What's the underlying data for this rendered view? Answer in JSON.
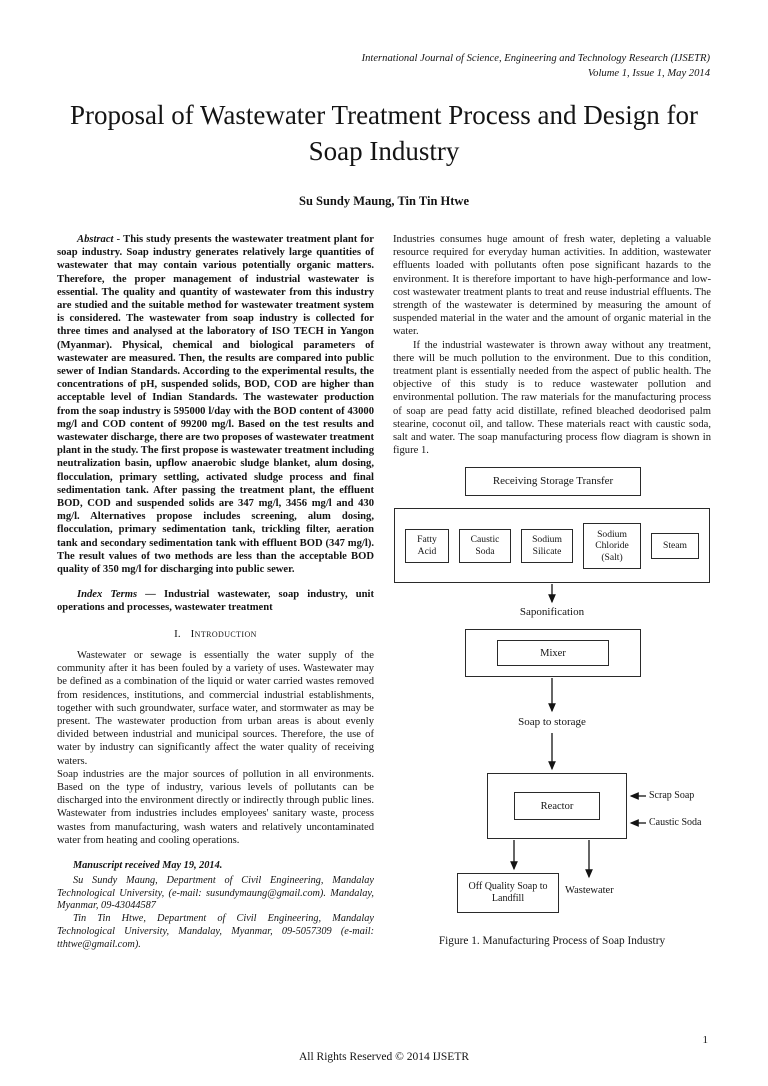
{
  "header": {
    "journal_line1": "International Journal of Science, Engineering and Technology Research (IJSETR)",
    "journal_line2": "Volume 1, Issue 1, May 2014"
  },
  "title": "Proposal of Wastewater Treatment Process and Design for Soap Industry",
  "authors": "Su Sundy Maung, Tin Tin Htwe",
  "abstract": {
    "label": "Abstract -",
    "text": "This study presents the wastewater treatment plant for soap industry. Soap industry generates relatively large quantities of wastewater that may contain various potentially organic matters. Therefore, the proper management of industrial wastewater is essential. The quality and quantity of wastewater from this industry are studied and the suitable method for wastewater treatment system is considered. The wastewater from soap industry is collected for three times and analysed at the laboratory of ISO TECH in Yangon (Myanmar). Physical, chemical and biological parameters of wastewater are measured. Then, the results are compared into public sewer of Indian Standards. According to the experimental results, the concentrations of pH, suspended solids, BOD, COD are higher than acceptable level of Indian Standards. The wastewater production from the soap industry is 595000 l/day with the BOD content of 43000 mg/l and COD content of 99200 mg/l. Based on the test results and wastewater discharge, there are two proposes of wastewater treatment plant in the study. The first propose is wastewater treatment including neutralization basin, upflow anaerobic sludge blanket, alum dosing, flocculation, primary settling, activated sludge process and final sedimentation tank. After passing the treatment plant, the effluent BOD, COD and suspended solids are 347 mg/l, 3456 mg/l and 430 mg/l. Alternatives propose includes screening, alum dosing, flocculation, primary sedimentation tank, trickling filter, aeration tank and secondary sedimentation tank with effluent BOD (347 mg/l). The result values of two methods are less than the acceptable BOD quality of 350 mg/l for discharging into public sewer."
  },
  "index_terms": {
    "label": "Index Terms —",
    "text": "Industrial wastewater, soap industry, unit operations and processes, wastewater treatment"
  },
  "sections": {
    "introduction": {
      "num": "I.",
      "heading": "Introduction",
      "para1": "Wastewater or sewage is essentially the water supply of the community after it has been fouled by a variety of uses. Wastewater may be defined as a combination of the liquid or water carried wastes removed from residences, institutions, and commercial industrial establishments, together with such groundwater, surface water, and stormwater as may be present. The wastewater production from urban areas is about evenly divided between industrial and municipal sources. Therefore, the use of water by industry can significantly affect the water quality of receiving waters.",
      "para2": "Soap industries are the major sources of pollution in all environments. Based on the type of industry, various levels of pollutants can be discharged into the environment directly or indirectly through public lines. Wastewater from industries includes employees' sanitary waste, process wastes from manufacturing, wash waters and relatively uncontaminated water from heating and cooling operations."
    }
  },
  "footnote": {
    "received": "Manuscript received May 19, 2014.",
    "author1": "Su Sundy Maung, Department of Civil Engineering, Mandalay Technological University, (e-mail: susundymaung@gmail.com). Mandalay, Myanmar, 09-43044587",
    "author2": "Tin Tin Htwe, Department of Civil Engineering, Mandalay Technological University, Mandalay, Myanmar, 09-5057309 (e-mail: tthtwe@gmail.com)."
  },
  "right_column": {
    "para1": "Industries consumes huge amount of fresh water, depleting a valuable resource required for everyday human activities. In addition, wastewater effluents loaded with pollutants often pose significant hazards to the environment. It is therefore important to have high-performance and low-cost wastewater treatment plants to treat and reuse industrial effluents. The strength of the wastewater is determined by measuring the amount of suspended material in the water and the amount of organic material in the water.",
    "para2": "If the industrial wastewater is thrown away without any treatment, there will be much pollution to the environment. Due to this condition, treatment plant is essentially needed from the aspect of public health. The objective of this study is to reduce wastewater pollution and environmental pollution. The raw materials for the manufacturing process of soap are pead fatty acid distillate, refined bleached deodorised palm stearine, coconut oil, and tallow. These materials react with caustic soda, salt and water. The soap manufacturing process flow diagram is shown in figure 1."
  },
  "figure": {
    "receiving": "Receiving Storage Transfer",
    "inputs": [
      "Fatty Acid",
      "Caustic Soda",
      "Sodium Silicate",
      "Sodium Chloride (Salt)",
      "Steam"
    ],
    "saponification": "Saponification",
    "mixer": "Mixer",
    "soap_to_storage": "Soap to storage",
    "reactor": "Reactor",
    "scrap_soap": "Scrap Soap",
    "caustic_soda": "Caustic Soda",
    "off_quality": "Off Quality Soap to Landfill",
    "wastewater": "Wastewater",
    "caption": "Figure 1. Manufacturing Process of Soap Industry"
  },
  "footer": {
    "copyright": "All Rights Reserved © 2014 IJSETR",
    "page_number": "1"
  }
}
